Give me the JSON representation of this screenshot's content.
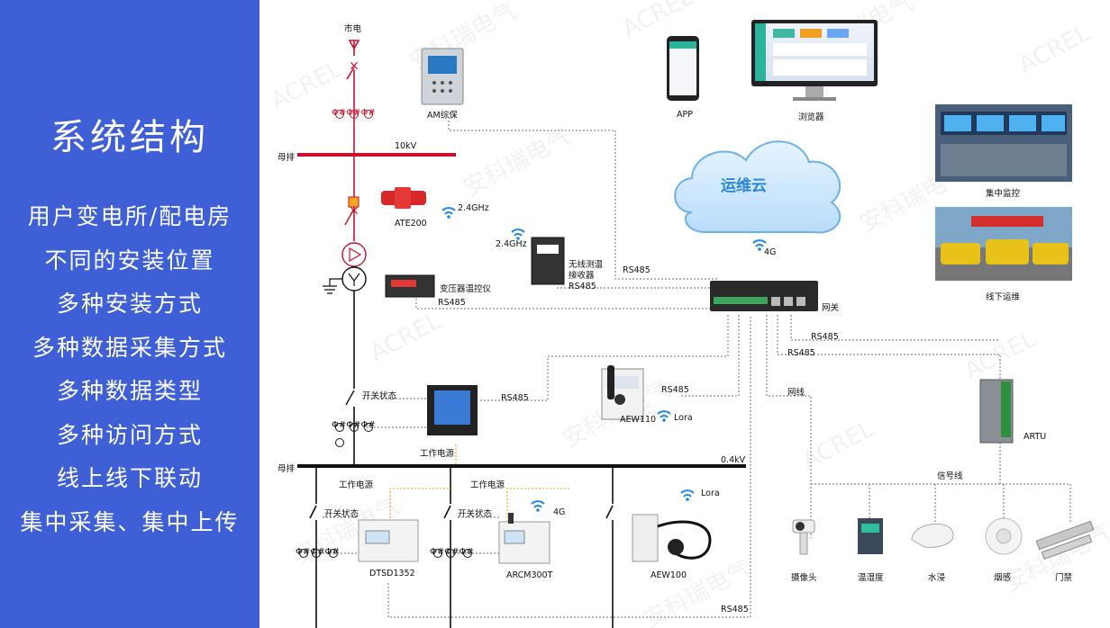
{
  "left_panel": {
    "title": "系统结构",
    "items": [
      "用户变电所/配电房",
      "不同的安装位置",
      "多种安装方式",
      "多种数据采集方式",
      "多种数据类型",
      "多种访问方式",
      "线上线下联动",
      "集中采集、集中上传"
    ]
  },
  "diagram": {
    "mains_label": "市电",
    "busbar_label": "母排",
    "busbar_10kv": "10kV",
    "busbar_04kv": "0.4kV",
    "am_protection": "AM综保",
    "ate200": "ATE200",
    "freq_24": "2.4GHz",
    "freq_24b": "2.4GHz",
    "transformer_controller": "变压器温控仪",
    "wireless_receiver_1": "无线测温",
    "wireless_receiver_2": "接收器",
    "app": "APP",
    "browser": "浏览器",
    "cloud": "运维云",
    "central_monitor": "集中监控",
    "offline_ops": "线下运维",
    "gateway": "网关",
    "g4": "4G",
    "g4b": "4G",
    "rs485_labels": [
      "RS485",
      "RS485",
      "RS485",
      "RS485",
      "RS485",
      "RS485",
      "RS485",
      "RS485"
    ],
    "network_cable": "网线",
    "switch_status": "开关状态",
    "switch_status_2": "开关状态",
    "switch_status_3": "开关状态",
    "work_power": "工作电源",
    "work_power_2": "工作电源",
    "work_power_3": "工作电源",
    "aew110": "AEW110",
    "lora": "Lora",
    "lora_2": "Lora",
    "dtsd1352": "DTSD1352",
    "arcm300t": "ARCM300T",
    "aew100": "AEW100",
    "artu": "ARTU",
    "signal_line": "信号线",
    "camera": "摄像头",
    "temp_humidity": "温湿度",
    "water_leak": "水浸",
    "smoke": "烟感",
    "door": "门禁",
    "ct_symbol": "Φ#Φ#Φ#",
    "watermark_cn": "安科瑞电气",
    "watermark_en": "ACREL",
    "colors": {
      "panel_blue": "#3f5fd6",
      "line_red": "#c8102e",
      "bus_black": "#111111",
      "dashed_gray": "#888888",
      "work_power_orange": "#f0a020"
    }
  }
}
